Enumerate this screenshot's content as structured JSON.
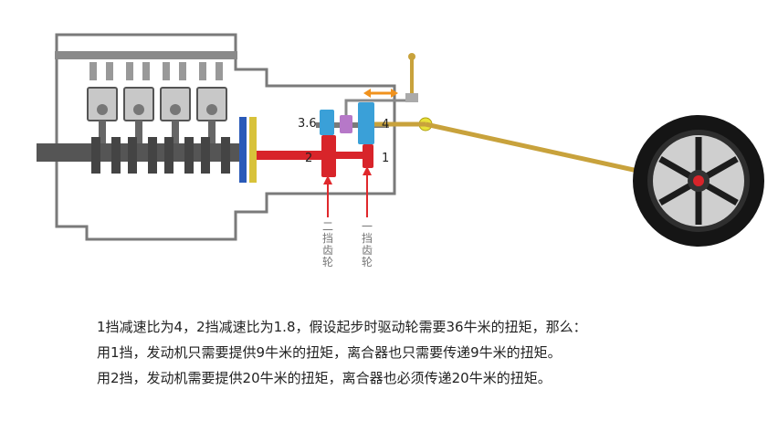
{
  "diagram": {
    "gear_labels": {
      "gear_36": "3.6",
      "gear_4": "4",
      "gear_2": "2",
      "gear_1": "1"
    },
    "callouts": {
      "second_gear": [
        "二",
        "挡",
        "齿",
        "轮"
      ],
      "first_gear": [
        "一",
        "挡",
        "齿",
        "轮"
      ]
    },
    "colors": {
      "housing_outline": "#7a7a7a",
      "shaft": "#555555",
      "gear_blue": "#3aa0d8",
      "gear_red": "#d8242a",
      "gear_purple": "#b678c8",
      "drive_shaft": "#c8a23c",
      "clutch_blue": "#2a5ab8",
      "clutch_yellow": "#d8c23a",
      "arrow_red": "#e0282c",
      "shift_arrow": "#f0921e"
    }
  },
  "caption": {
    "line1": "1挡减速比为4，2挡减速比为1.8，假设起步时驱动轮需要36牛米的扭矩，那么：",
    "line2": "用1挡，发动机只需要提供9牛米的扭矩，离合器也只需要传递9牛米的扭矩。",
    "line3": "用2挡，发动机需要提供20牛米的扭矩，离合器也必须传递20牛米的扭矩。"
  }
}
